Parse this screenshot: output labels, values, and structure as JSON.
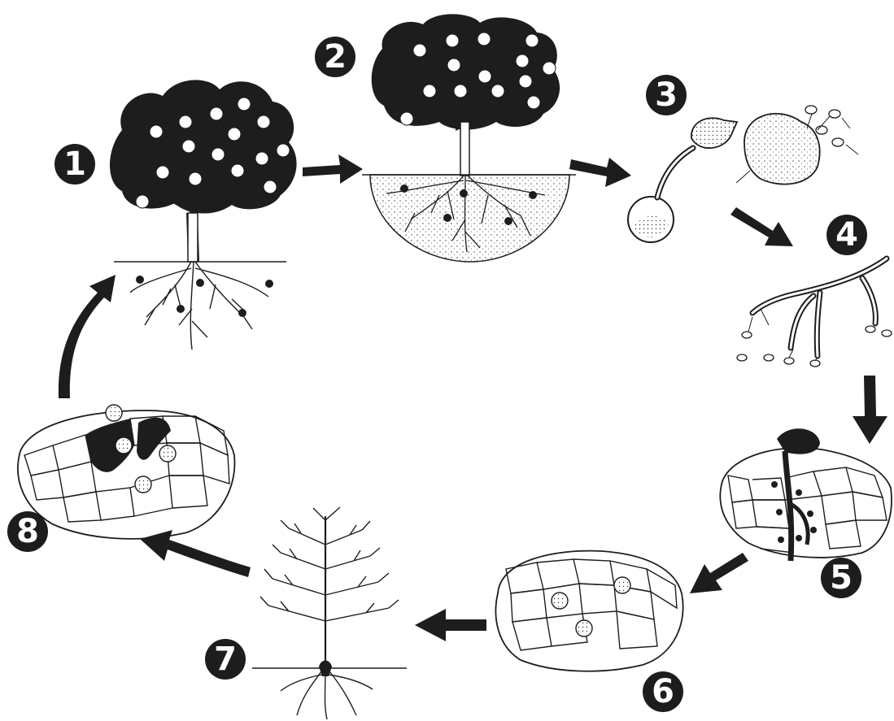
{
  "diagram": {
    "colors": {
      "ink": "#1d1d1d",
      "paper": "#ffffff",
      "soil_dots": "#555555"
    },
    "stages": [
      {
        "number": "1",
        "icon": "fruit-tree-with-spores-icon"
      },
      {
        "number": "2",
        "icon": "tree-with-infested-soil-icon"
      },
      {
        "number": "3",
        "icon": "germinating-spores-icon"
      },
      {
        "number": "4",
        "icon": "hyphae-icon"
      },
      {
        "number": "5",
        "icon": "root-infection-cells-icon"
      },
      {
        "number": "6",
        "icon": "spores-in-cells-icon"
      },
      {
        "number": "7",
        "icon": "bare-tree-icon"
      },
      {
        "number": "8",
        "icon": "decaying-tissue-icon"
      }
    ]
  }
}
